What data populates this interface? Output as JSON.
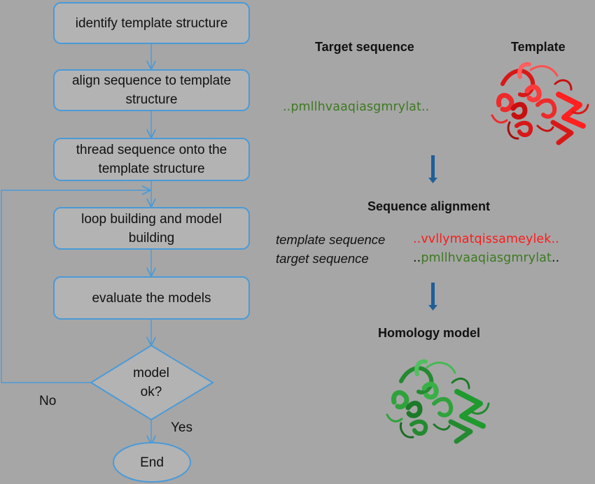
{
  "flowchart": {
    "steps": [
      "identify template structure",
      "align sequence to template structure",
      "thread sequence onto the template structure",
      "loop building and model building",
      "evaluate the models"
    ],
    "step_lines": [
      [
        "identify template structure"
      ],
      [
        "align sequence to template",
        "structure"
      ],
      [
        "thread sequence onto the",
        "template structure"
      ],
      [
        "loop building and model",
        "building"
      ],
      [
        "evaluate the models"
      ]
    ],
    "decision": [
      "model",
      "ok?"
    ],
    "no_label": "No",
    "yes_label": "Yes",
    "end_label": "End",
    "line_color": "#4a9ad8"
  },
  "right_panel": {
    "target_heading": "Target sequence",
    "template_heading": "Template",
    "target_sequence": "..pmllhvaaqiasgmrylat..",
    "alignment_heading": "Sequence alignment",
    "template_seq_label": "template sequence",
    "target_seq_label": "target sequence",
    "template_seq_value": "..vvllymatqissameylek..",
    "aligned_target_prefix": "..",
    "aligned_target_core": "pmllhvaaqiasgmrylat",
    "aligned_target_suffix": "..",
    "homology_heading": "Homology model",
    "target_color": "#3e7a22",
    "template_color": "#ff1a1a",
    "model_color": "#2d9a3a",
    "arrow_color": "#1f5f9a"
  }
}
